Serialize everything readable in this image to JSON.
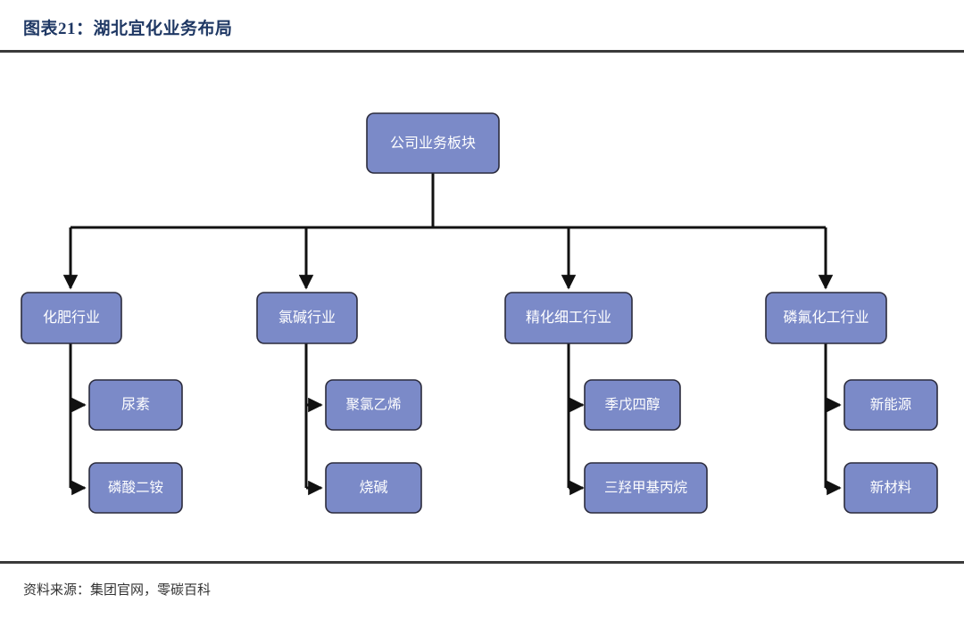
{
  "header": {
    "title": "图表21：湖北宜化业务布局",
    "title_color": "#1F3864"
  },
  "footer": {
    "source_label": "资料来源：集团官网，零碳百科"
  },
  "style": {
    "node_fill": "#7B8AC8",
    "node_stroke": "#2b2b3c",
    "node_text_color": "#FFFFFF",
    "connector_color": "#111111",
    "rule_color": "#3A3A3A",
    "background": "#FFFFFF"
  },
  "chart_data": {
    "type": "diagram",
    "diagram_type": "org-tree",
    "title": "图表21：湖北宜化业务布局",
    "root": {
      "id": "root",
      "label": "公司业务板块"
    },
    "branches": [
      {
        "id": "branch-1",
        "label": "化肥行业",
        "children": [
          {
            "id": "branch-1-child-1",
            "label": "尿素"
          },
          {
            "id": "branch-1-child-2",
            "label": "磷酸二铵"
          }
        ]
      },
      {
        "id": "branch-2",
        "label": "氯碱行业",
        "children": [
          {
            "id": "branch-2-child-1",
            "label": "聚氯乙烯"
          },
          {
            "id": "branch-2-child-2",
            "label": "烧碱"
          }
        ]
      },
      {
        "id": "branch-3",
        "label": "精化细工行业",
        "children": [
          {
            "id": "branch-3-child-1",
            "label": "季戊四醇"
          },
          {
            "id": "branch-3-child-2",
            "label": "三羟甲基丙烷"
          }
        ]
      },
      {
        "id": "branch-4",
        "label": "磷氟化工行业",
        "children": [
          {
            "id": "branch-4-child-1",
            "label": "新能源"
          },
          {
            "id": "branch-4-child-2",
            "label": "新材料"
          }
        ]
      }
    ]
  },
  "nodes": {
    "root": "公司业务板块",
    "b1": "化肥行业",
    "b1c1": "尿素",
    "b1c2": "磷酸二铵",
    "b2": "氯碱行业",
    "b2c1": "聚氯乙烯",
    "b2c2": "烧碱",
    "b3": "精化细工行业",
    "b3c1": "季戊四醇",
    "b3c2": "三羟甲基丙烷",
    "b4": "磷氟化工行业",
    "b4c1": "新能源",
    "b4c2": "新材料"
  }
}
